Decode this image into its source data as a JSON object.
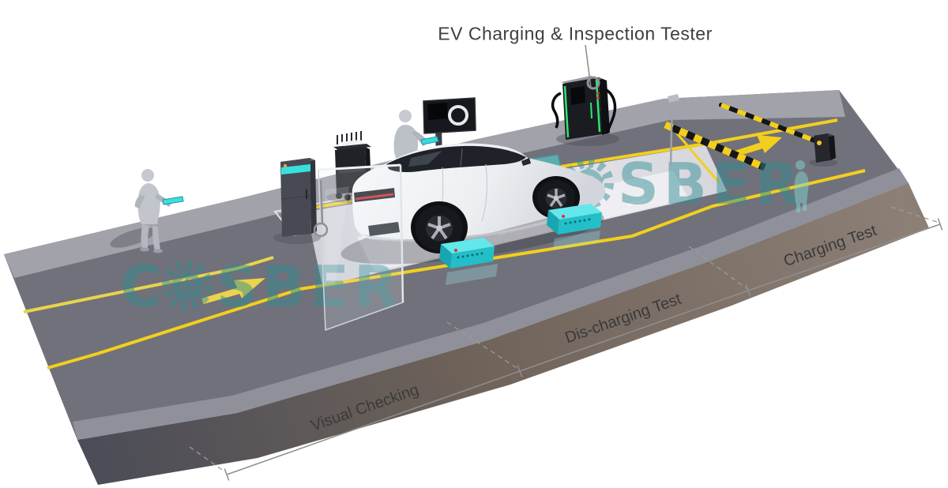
{
  "title": {
    "label": "EV Charging & Inspection Tester"
  },
  "zones": {
    "zone1": "Visual Checking",
    "zone2": "Dis-charging Test",
    "zone3": "Charging Test"
  },
  "watermark": {
    "word": "COSBER",
    "prefix": "C",
    "suffix": "SBER",
    "logo_icon": "gear-icon",
    "color": "#2f8d91"
  },
  "colors": {
    "road": "#71717b",
    "curb": "#a2a2ab",
    "lane_yellow": "#f3cf1d",
    "roller_cyan": "#35d6da",
    "charger_green": "#2ee66e",
    "slab_front": "#8a7e72",
    "dimension_line": "#8f8f8f",
    "title_text": "#3e3e3e"
  }
}
